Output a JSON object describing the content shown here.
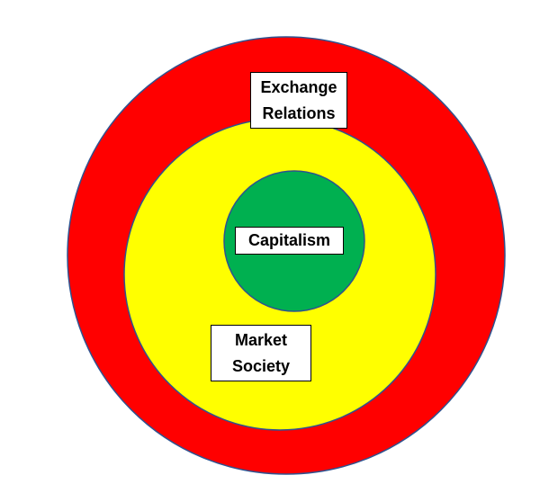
{
  "colors": {
    "outer_ring": "#ff0000",
    "middle_ring": "#ffff00",
    "inner_circle": "#00b050",
    "outline": "#2f528f"
  },
  "labels": {
    "exchange_relations": "Exchange\nRelations",
    "capitalism": "Capitalism",
    "market_society": "Market\nSociety"
  }
}
